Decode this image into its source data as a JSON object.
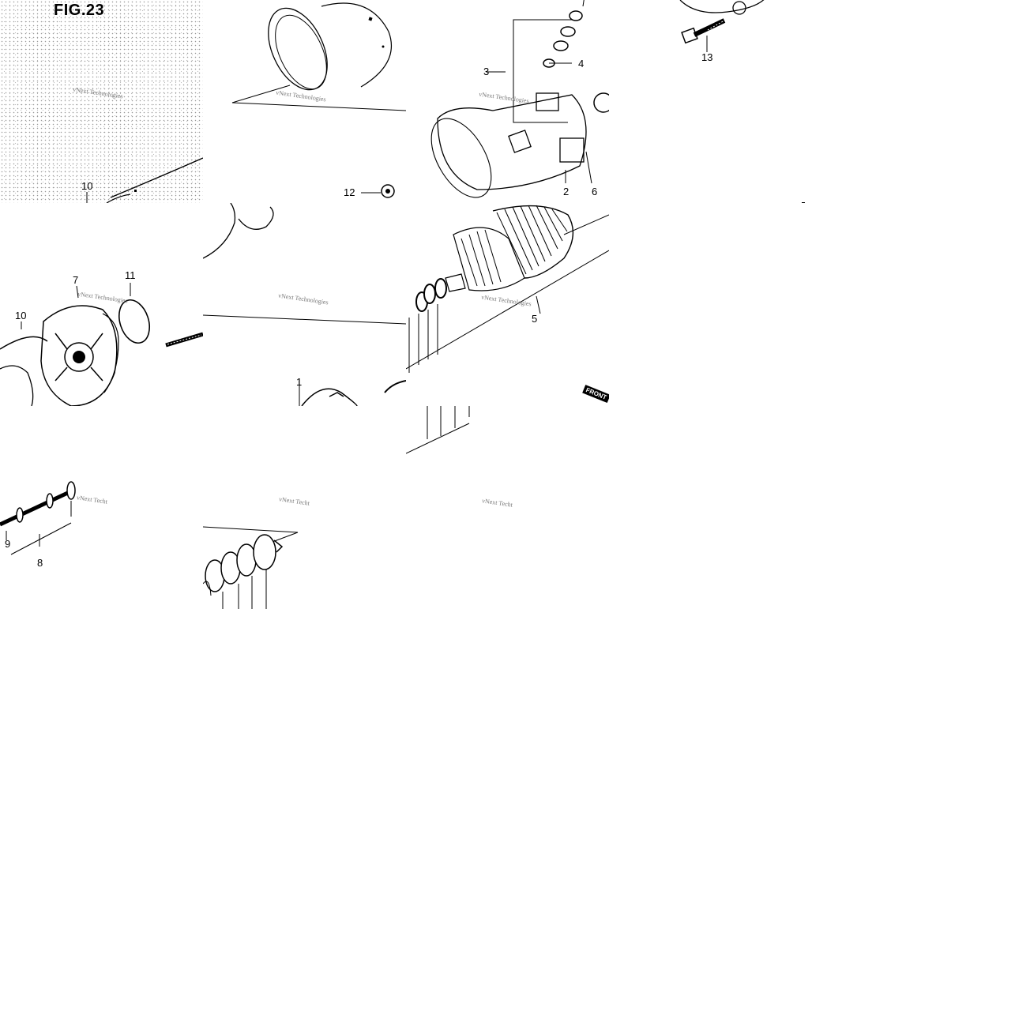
{
  "figure": {
    "title": "FIG.23",
    "watermark_full": "vNext Technologies",
    "watermark_trunc": "vNext Techt",
    "front_tag": "FRONT"
  },
  "callouts": {
    "c1": "1",
    "c2": "2",
    "c3": "3",
    "c4": "4",
    "c5": "5",
    "c6": "6",
    "c7": "7",
    "c8": "8",
    "c9": "9",
    "c10a": "10",
    "c10b": "10",
    "c11": "11",
    "c12": "12",
    "c13": "13"
  }
}
